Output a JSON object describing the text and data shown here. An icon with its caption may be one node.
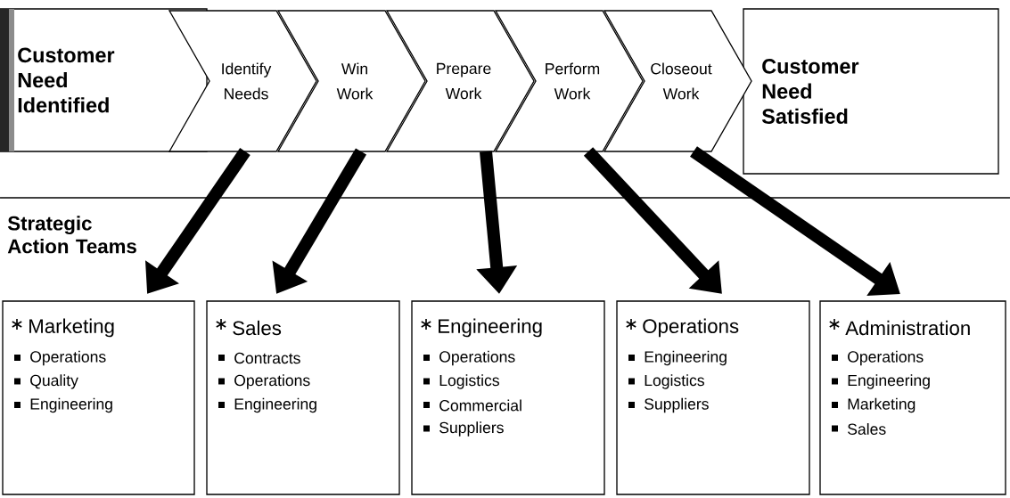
{
  "diagram": {
    "nodes": [
      {
        "text": [
          "Customer Need Identified"
        ]
      },
      {
        "text": [
          "Identify Needs"
        ]
      },
      {
        "text": [
          "Win Work"
        ]
      },
      {
        "text": [
          "Prepare Work"
        ]
      },
      {
        "text": [
          "Perform Work"
        ]
      },
      {
        "text": [
          "Closeout Work"
        ]
      },
      {
        "text": [
          "Customer Need Satisfied"
        ]
      },
      {
        "text": [
          "Marketing",
          "Operations",
          "Quality",
          "Engineering"
        ]
      },
      {
        "text": [
          "Sales",
          "Contracts",
          "Operations",
          "Engineering"
        ]
      },
      {
        "text": [
          "Engineering",
          "Operations",
          "Logistics",
          "Commercial",
          "Suppliers"
        ]
      },
      {
        "text": [
          "Operations",
          "Engineering",
          "Logistics",
          "Suppliers"
        ]
      },
      {
        "text": [
          "Administration",
          "Operations",
          "Engineering",
          "Marketing",
          "Sales"
        ]
      }
    ],
    "edges": [
      {
        "from": 1,
        "to": 7,
        "arrow": "to"
      },
      {
        "from": 2,
        "to": 8,
        "arrow": "to"
      },
      {
        "from": 3,
        "to": 9,
        "arrow": "to"
      },
      {
        "from": 4,
        "to": 10,
        "arrow": "to"
      },
      {
        "from": 5,
        "to": 11,
        "arrow": "to"
      }
    ],
    "labels": [
      "Strategic Action Teams"
    ]
  }
}
